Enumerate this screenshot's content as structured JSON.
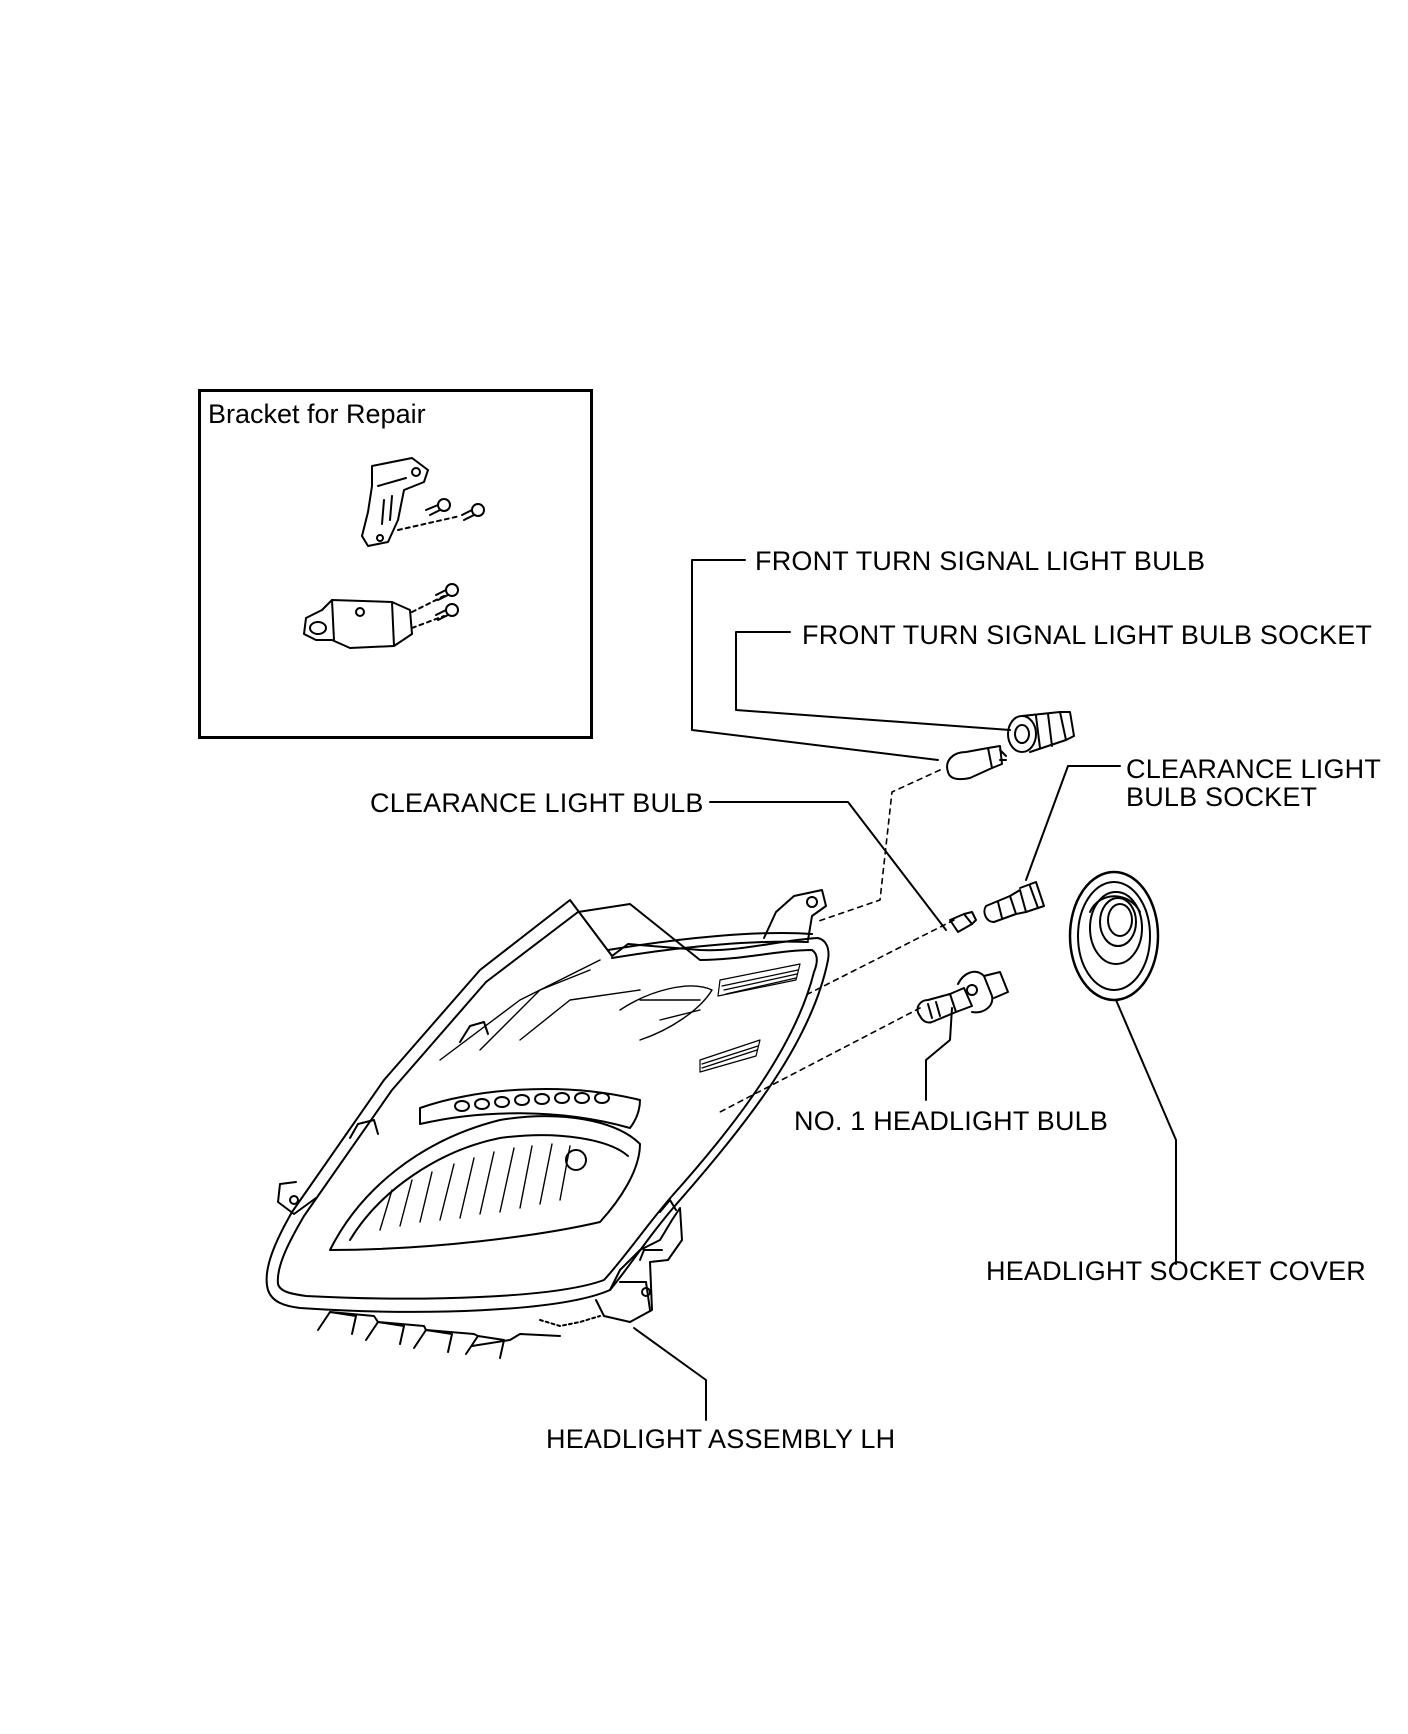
{
  "inset": {
    "title": "Bracket for Repair"
  },
  "labels": {
    "front_turn_signal_bulb": "FRONT TURN SIGNAL LIGHT BULB",
    "front_turn_signal_socket": "FRONT TURN SIGNAL LIGHT BULB SOCKET",
    "clearance_socket_line1": "CLEARANCE LIGHT",
    "clearance_socket_line2": "BULB SOCKET",
    "clearance_bulb": "CLEARANCE LIGHT BULB",
    "headlight_bulb": "NO. 1 HEADLIGHT BULB",
    "socket_cover": "HEADLIGHT SOCKET COVER",
    "assembly": "HEADLIGHT ASSEMBLY LH"
  },
  "colors": {
    "line": "#000000",
    "background": "#ffffff"
  }
}
